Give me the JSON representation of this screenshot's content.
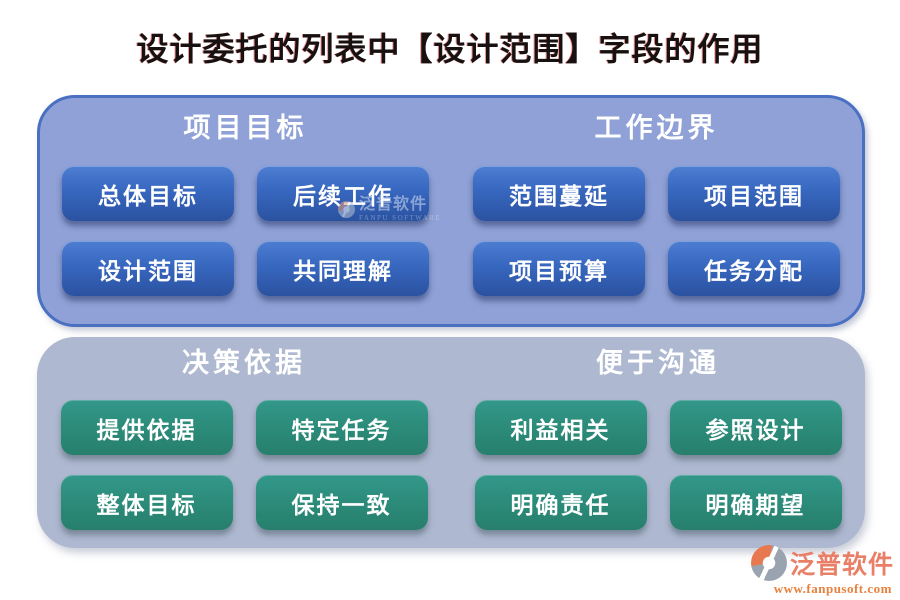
{
  "title": "设计委托的列表中【设计范围】字段的作用",
  "panels": [
    {
      "name": "top-panel",
      "sections": [
        {
          "header": "项目目标",
          "buttons": [
            "总体目标",
            "后续工作",
            "设计范围",
            "共同理解"
          ]
        },
        {
          "header": "工作边界",
          "buttons": [
            "范围蔓延",
            "项目范围",
            "项目预算",
            "任务分配"
          ]
        }
      ]
    },
    {
      "name": "bottom-panel",
      "sections": [
        {
          "header": "决策依据",
          "buttons": [
            "提供依据",
            "特定任务",
            "整体目标",
            "保持一致"
          ]
        },
        {
          "header": "便于沟通",
          "buttons": [
            "利益相关",
            "参照设计",
            "明确责任",
            "明确期望"
          ]
        }
      ]
    }
  ],
  "watermark": {
    "brand": "泛普软件",
    "subtext": "FANPU SOFTWARE"
  },
  "footer": {
    "brand": "泛普软件",
    "url": "www.fanpusoft.com"
  },
  "colors": {
    "title_text": "#181111",
    "top_panel_bg": "#8fa1d6",
    "top_panel_border": "#4a70c2",
    "bottom_panel_bg": "#aeb8d0",
    "blue_button": "#3767bf",
    "teal_button": "#2b8a78",
    "brand_salmon": "#e87f66",
    "brand_orange": "#e8813c",
    "logo_orange": "#e8784f",
    "logo_gray": "#9aa4b1"
  }
}
